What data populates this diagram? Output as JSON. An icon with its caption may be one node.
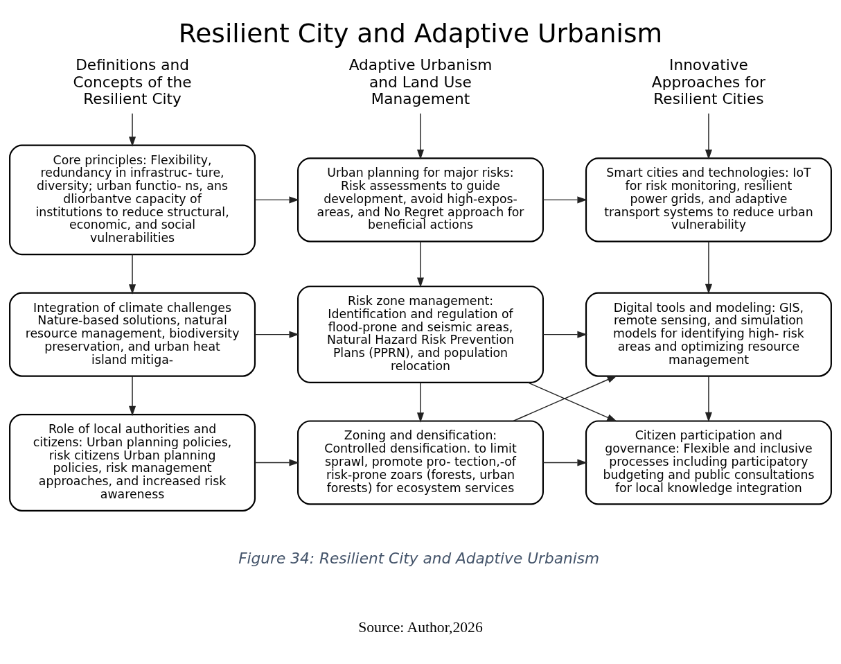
{
  "diagram": {
    "title": "Resilient City and Adaptive Urbanism",
    "caption": "Figure 34: Resilient City and Adaptive Urbanism",
    "nodes": [
      {
        "text": [
          "Definitions and Concepts of the Resilient City"
        ]
      },
      {
        "text": [
          "Core principles: Flexibility, redundancy in infrastruc- ture, diversity; urban functio- ns, ans dliorbantve capacity of institutions to reduce structural, economic, and social vulnerabilities"
        ]
      },
      {
        "text": [
          "Integration of climate challenges Nature-based solutions, natural resource management, biodiversity preservation, and urban heat island mitiga-"
        ]
      },
      {
        "text": [
          "Role of local authorities and citizens: Urban planning policies, risk citizens Urban planning policies, risk management approaches, and increased risk awareness"
        ]
      },
      {
        "text": [
          "Adaptive Urbanism and Land Use Management"
        ]
      },
      {
        "text": [
          "Urban planning for major risks: Risk assessments to guide development, avoid high-expos- areas, and No Regret approach for beneficial actions"
        ]
      },
      {
        "text": [
          "Risk zone management: Identification and regulation of flood-prone and seismic areas, Natural Hazard Risk Prevention Plans (PPRN), and population relocation"
        ]
      },
      {
        "text": [
          "Zoning and densification: Controlled densification. to limit sprawl, promote pro- tection,-of risk-prone zoars (forests, urban forests) for ecosystem services"
        ]
      },
      {
        "text": [
          "Innovative Approaches for Resilient Cities"
        ]
      },
      {
        "text": [
          "Smart cities and technologies: IoT for risk monitoring, resilient power grids, and adaptive transport systems to reduce urban vulnerability"
        ]
      },
      {
        "text": [
          "Digital tools and modeling: GIS, remote sensing, and simulation models for identifying high- risk areas and optimizing resource management"
        ]
      },
      {
        "text": [
          "Citizen participation and governance: Flexible and inclusive processes including participatory budgeting and public consultations for local knowledge integration"
        ]
      }
    ],
    "edges": [
      {
        "from": 0,
        "to": 1,
        "arrow": "to"
      },
      {
        "from": 1,
        "to": 2,
        "arrow": "to"
      },
      {
        "from": 2,
        "to": 3,
        "arrow": "to"
      },
      {
        "from": 4,
        "to": 5,
        "arrow": "to"
      },
      {
        "from": 5,
        "to": 6,
        "arrow": "to"
      },
      {
        "from": 6,
        "to": 7,
        "arrow": "to"
      },
      {
        "from": 8,
        "to": 9,
        "arrow": "to"
      },
      {
        "from": 9,
        "to": 10,
        "arrow": "to"
      },
      {
        "from": 10,
        "to": 11,
        "arrow": "to"
      },
      {
        "from": 1,
        "to": 5,
        "arrow": "to"
      },
      {
        "from": 2,
        "to": 6,
        "arrow": "to"
      },
      {
        "from": 3,
        "to": 7,
        "arrow": "to"
      },
      {
        "from": 5,
        "to": 9,
        "arrow": "to"
      },
      {
        "from": 6,
        "to": 10,
        "arrow": "to"
      },
      {
        "from": 6,
        "to": 11,
        "arrow": "to"
      },
      {
        "from": 7,
        "to": 10,
        "arrow": "to"
      },
      {
        "from": 7,
        "to": 11,
        "arrow": "to"
      }
    ],
    "labels": [
      "Source: Author,2026"
    ]
  }
}
